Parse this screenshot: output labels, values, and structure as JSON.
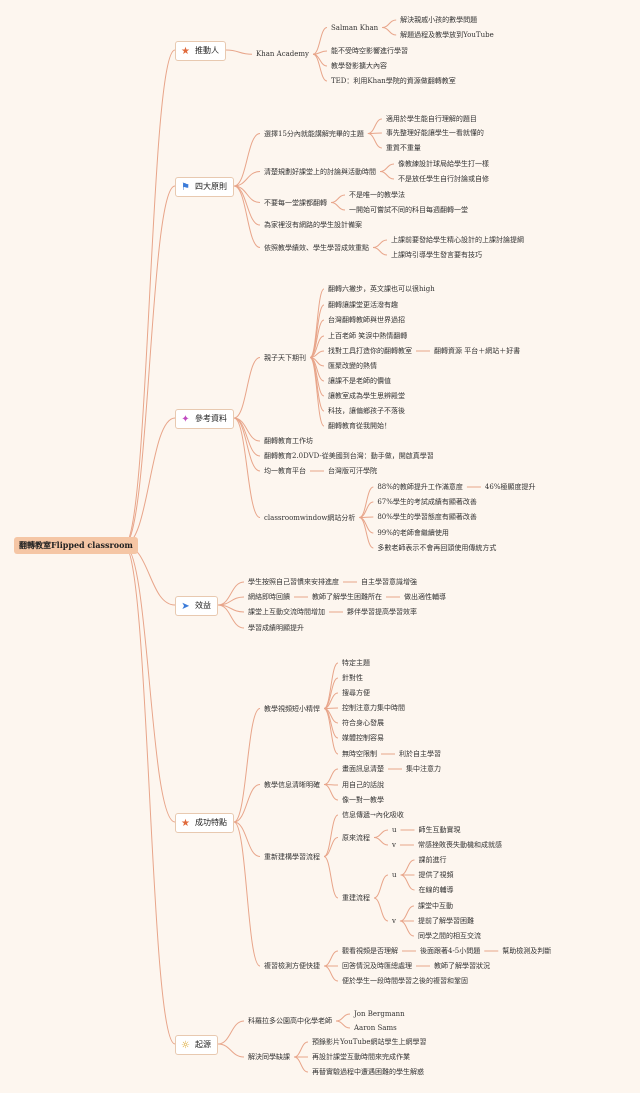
{
  "root": "翻轉教室Flipped classroom",
  "colors": {
    "line": "#e8a58a",
    "root_bg": "#f5c6a5",
    "background": "#fdf6ef"
  },
  "branches": [
    {
      "label": "推動人",
      "icon": "star-icon",
      "children": [
        {
          "label": "Khan Academy",
          "children": [
            {
              "label": "Salman Khan",
              "children": [
                {
                  "label": "解決親戚小孩的數學問題"
                },
                {
                  "label": "解題過程及教學放到YouTube"
                }
              ]
            },
            {
              "label": "能不受時空影響進行學習"
            },
            {
              "label": "教學發影擴大內容"
            },
            {
              "label": "TED：利用Khan學院的資源做翻轉教室"
            }
          ]
        }
      ]
    },
    {
      "label": "四大原則",
      "icon": "flag-icon",
      "children": [
        {
          "label": "選擇15分內就能講解完畢的主題",
          "children": [
            {
              "label": "適用於學生能自行理解的題目"
            },
            {
              "label": "事先整理好能讓學生一看就懂的"
            },
            {
              "label": "重質不重量"
            }
          ]
        },
        {
          "label": "清楚規劃好課堂上的討論與活動時間",
          "children": [
            {
              "label": "像教練設計球局給學生打一樣"
            },
            {
              "label": "不是放任學生自行討論或自修"
            }
          ]
        },
        {
          "label": "不要每一堂課都翻轉",
          "children": [
            {
              "label": "不是唯一的教學法"
            },
            {
              "label": "一開始可嘗試不同的科目每週翻轉一堂"
            }
          ]
        },
        {
          "label": "為家裡沒有網路的學生設計備案"
        },
        {
          "label": "依照教學績效、學生學習成效重點",
          "children": [
            {
              "label": "上課前要發給學生精心設計的上課討論提綱"
            },
            {
              "label": "上課時引導學生發言要有技巧"
            }
          ]
        }
      ]
    },
    {
      "label": "參考資料",
      "icon": "magic-wand-icon",
      "children": [
        {
          "label": "親子天下期刊",
          "children": [
            {
              "label": "翻轉六撇步，英文課也可以很high"
            },
            {
              "label": "翻轉讓課堂更活潑有趣"
            },
            {
              "label": "台灣翻轉教師與世界過招"
            },
            {
              "label": "上百老師 笑淚中熱情翻轉"
            },
            {
              "label": "找對工具打造你的翻轉教室",
              "children": [
                {
                  "label": "翻轉資源 平台＋網站＋好書"
                }
              ]
            },
            {
              "label": "匯聚改變的熱情"
            },
            {
              "label": "讓課不是老師的價值"
            },
            {
              "label": "讓教室成為學生思辨殿堂"
            },
            {
              "label": "科技，讓偏鄉孩子不落後"
            },
            {
              "label": "翻轉教育從我開始！"
            }
          ]
        },
        {
          "label": "翻轉教育工作坊"
        },
        {
          "label": "翻轉教育2.0DVD-從美國到台灣：動手做，開啟真學習"
        },
        {
          "label": "均一教育平台",
          "children": [
            {
              "label": "台灣版可汗學院"
            }
          ]
        },
        {
          "label": "classroomwindow網站分析",
          "children": [
            {
              "label": "88%的教師提升工作滿意度",
              "children": [
                {
                  "label": "46%極顯度提升"
                }
              ]
            },
            {
              "label": "67%學生的考試成績有顯著改善"
            },
            {
              "label": "80%學生的學習態度有顯著改善"
            },
            {
              "label": "99%的老師會繼續使用"
            },
            {
              "label": "多數老師表示不會再回頭使用傳統方式"
            }
          ]
        }
      ]
    },
    {
      "label": "效益",
      "icon": "paper-plane-icon",
      "children": [
        {
          "label": "學生按照自己習慣來安排進度",
          "children": [
            {
              "label": "自主學習意識增強"
            }
          ]
        },
        {
          "label": "網絡即時回饋",
          "children": [
            {
              "label": "教師了解學生困難所在",
              "children": [
                {
                  "label": "做出適性輔導"
                }
              ]
            }
          ]
        },
        {
          "label": "課堂上互動交流時間增加",
          "children": [
            {
              "label": "夥伴學習提高學習效率"
            }
          ]
        },
        {
          "label": "學習成績明顯提升"
        }
      ]
    },
    {
      "label": "成功特點",
      "icon": "star-icon",
      "children": [
        {
          "label": "教學視頻短小精悍",
          "children": [
            {
              "label": "特定主題"
            },
            {
              "label": "針對性"
            },
            {
              "label": "搜尋方便"
            },
            {
              "label": "控制注意力集中時間"
            },
            {
              "label": "符合身心發展"
            },
            {
              "label": "媒體控制容易"
            },
            {
              "label": "無時空限制",
              "children": [
                {
                  "label": "利於自主學習"
                }
              ]
            }
          ]
        },
        {
          "label": "教學信息清晰明確",
          "children": [
            {
              "label": "畫面訊息清楚",
              "children": [
                {
                  "label": "集中注意力"
                }
              ]
            },
            {
              "label": "用自己的話說"
            },
            {
              "label": "像一對一教學"
            }
          ]
        },
        {
          "label": "重新建構學習流程",
          "children": [
            {
              "label": "信息傳遞→內化吸收"
            },
            {
              "label": "原來流程",
              "children": [
                {
                  "label": "u",
                  "children": [
                    {
                      "label": "師生互動實現"
                    }
                  ]
                },
                {
                  "label": "v",
                  "children": [
                    {
                      "label": "常感挫敗喪失動機和成就感"
                    }
                  ]
                }
              ]
            },
            {
              "label": "重建流程",
              "children": [
                {
                  "label": "u",
                  "children": [
                    {
                      "label": "課前進行"
                    },
                    {
                      "label": "提供了視頻"
                    },
                    {
                      "label": "在線的輔導"
                    }
                  ]
                },
                {
                  "label": "v",
                  "children": [
                    {
                      "label": "課堂中互動"
                    },
                    {
                      "label": "提前了解學習困難"
                    },
                    {
                      "label": "同學之間的相互交流"
                    }
                  ]
                }
              ]
            }
          ]
        },
        {
          "label": "複習檢測方便快捷",
          "children": [
            {
              "label": "觀看視頻是否理解",
              "children": [
                {
                  "label": "後面跟著4-5小問題",
                  "children": [
                    {
                      "label": "幫助檢測及判斷"
                    }
                  ]
                }
              ]
            },
            {
              "label": "回答情況及時匯總處理",
              "children": [
                {
                  "label": "教師了解學習狀況"
                }
              ]
            },
            {
              "label": "便於學生一段時間學習之後的複習和鞏固"
            }
          ]
        }
      ]
    },
    {
      "label": "起源",
      "icon": "lightbulb-icon",
      "children": [
        {
          "label": "科羅拉多公園高中化學老師",
          "children": [
            {
              "label": "Jon Bergmann"
            },
            {
              "label": "Aaron Sams"
            }
          ]
        },
        {
          "label": "解決同學缺課",
          "children": [
            {
              "label": "預錄影片YouTube網站學生上網學習"
            },
            {
              "label": "再設計課堂互動時間來完成作業"
            },
            {
              "label": "再替實驗過程中遭遇困難的學生解惑"
            }
          ]
        }
      ]
    }
  ]
}
